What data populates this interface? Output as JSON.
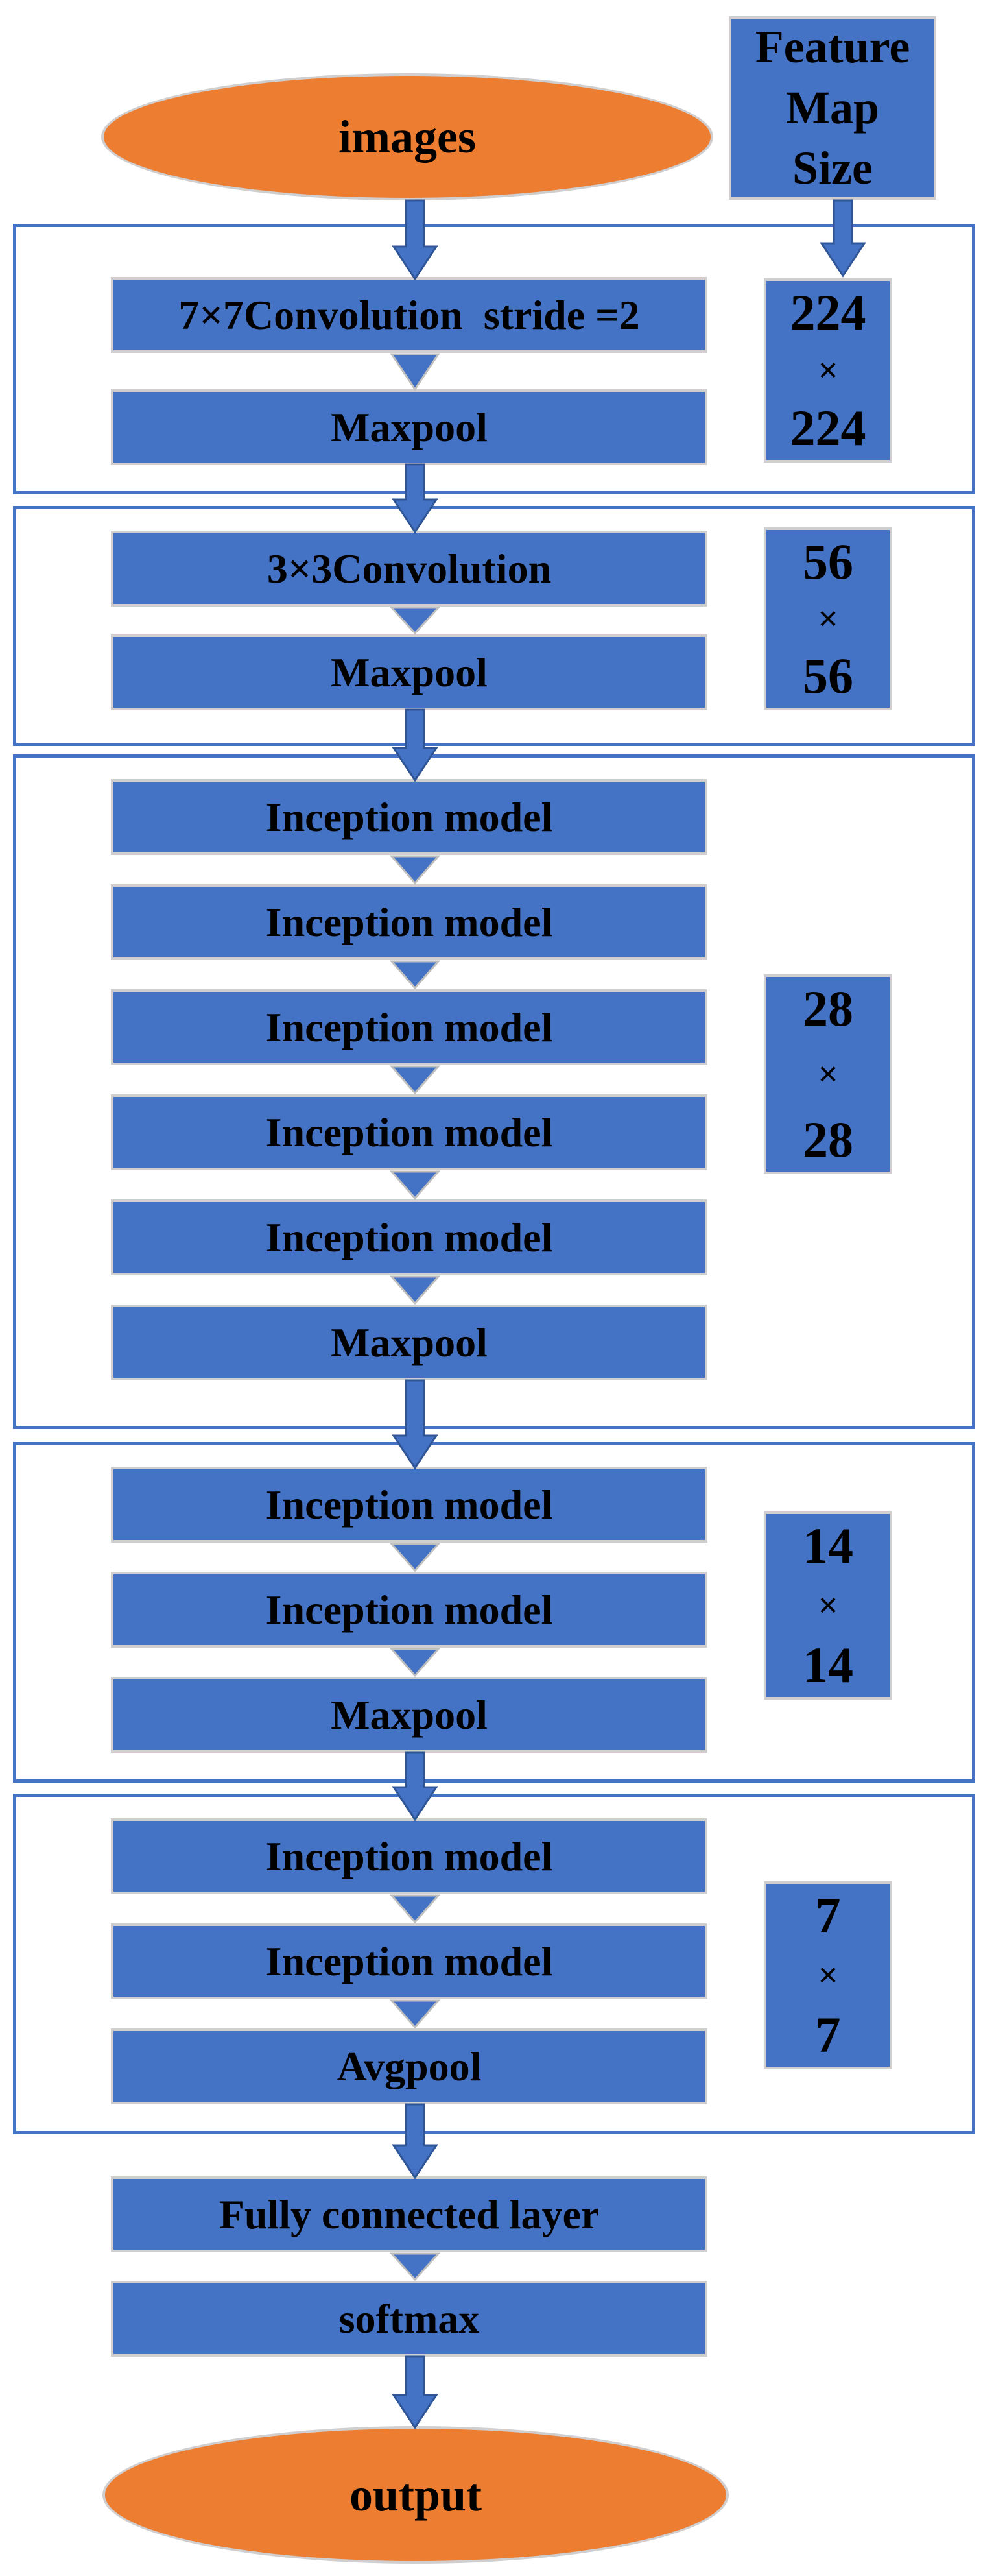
{
  "input_node": {
    "label": "images"
  },
  "output_node": {
    "label": "output"
  },
  "feature_map_header": {
    "lines": [
      "Feature",
      "Map",
      "Size"
    ]
  },
  "stages": [
    {
      "layers": [
        "7×7Convolution  stride =2",
        "Maxpool"
      ],
      "feature_map": {
        "height": "224",
        "times": "×",
        "width": "224"
      }
    },
    {
      "layers": [
        "3×3Convolution",
        "Maxpool"
      ],
      "feature_map": {
        "height": "56",
        "times": "×",
        "width": "56"
      }
    },
    {
      "layers": [
        "Inception model",
        "Inception model",
        "Inception model",
        "Inception model",
        "Inception model",
        "Maxpool"
      ],
      "feature_map": {
        "height": "28",
        "times": "×",
        "width": "28"
      }
    },
    {
      "layers": [
        "Inception model",
        "Inception model",
        "Maxpool"
      ],
      "feature_map": {
        "height": "14",
        "times": "×",
        "width": "14"
      }
    },
    {
      "layers": [
        "Inception model",
        "Inception model",
        "Avgpool"
      ],
      "feature_map": {
        "height": "7",
        "times": "×",
        "width": "7"
      }
    }
  ],
  "output_layers": [
    "Fully connected layer",
    "softmax"
  ],
  "colors": {
    "box_fill": "#4472C4",
    "box_border": "#D0CECE",
    "group_border": "#4472C4",
    "arrow_fill": "#4472C4",
    "arrow_outline": "#2F5597",
    "connector_outline": "#BFBFBF",
    "ellipse_fill": "#ED7D31",
    "ellipse_border": "#D0CECE",
    "text": "#000000"
  }
}
